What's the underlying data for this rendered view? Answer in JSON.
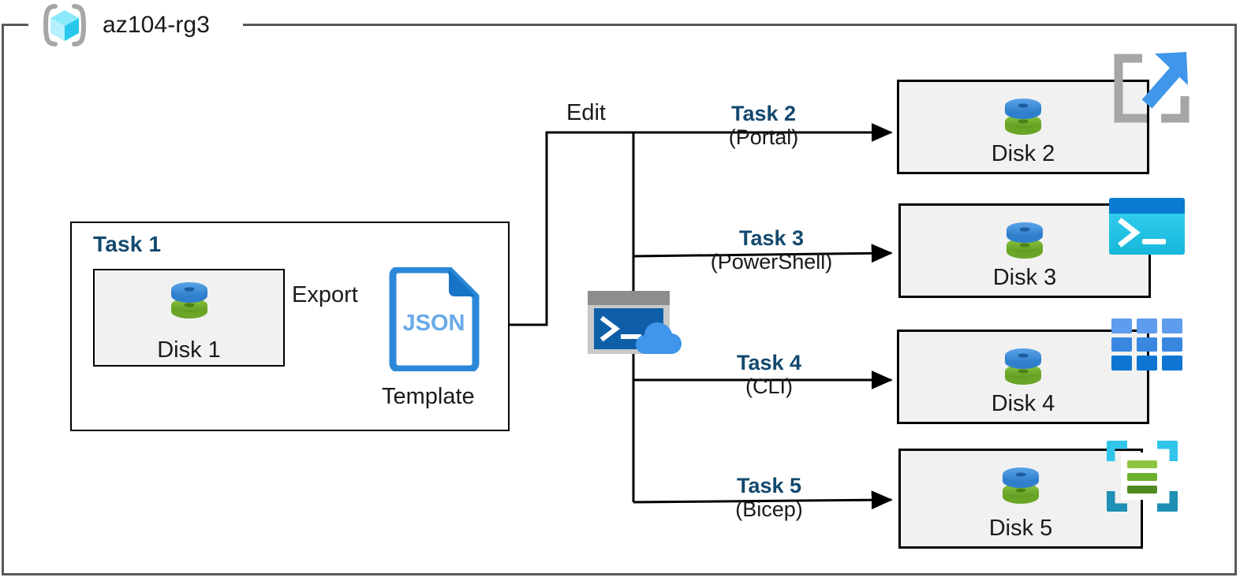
{
  "diagram": {
    "type": "azure-architecture-flow",
    "resource_group": {
      "name": "az104-rg3",
      "icon": "resource-group-icon",
      "border_color": "#595959"
    },
    "accent_colors": {
      "task_label": "#13496f",
      "box_fill": "#f1f1f1",
      "box_border": "#000000",
      "json_blue": "#2b88d8",
      "disk_blue": "#3f8fd8",
      "disk_green": "#73ad2e",
      "powershell_cyan": "#2bc3ee",
      "cli_blue": "#1b7fd6",
      "bicep_cyan": "#32c5ea",
      "portal_gray": "#a6a6a6",
      "cloudshell_blue": "#0f5fa8"
    }
  },
  "task1": {
    "label": "Task 1",
    "disk": {
      "caption": "Disk 1",
      "icon": "disk-icon"
    },
    "export_label": "Export",
    "template": {
      "file_type": "JSON",
      "caption": "Template",
      "icon": "json-file-icon"
    }
  },
  "edit": {
    "label": "Edit"
  },
  "cloud_shell": {
    "icon": "cloud-shell-icon"
  },
  "branches": [
    {
      "task": "Task 2",
      "method": "(Portal)",
      "target": {
        "caption": "Disk 2",
        "icon": "azure-portal-icon",
        "disk_icon": "disk-icon"
      }
    },
    {
      "task": "Task 3",
      "method": "(PowerShell)",
      "target": {
        "caption": "Disk 3",
        "icon": "powershell-icon",
        "disk_icon": "disk-icon"
      }
    },
    {
      "task": "Task 4",
      "method": "(CLI)",
      "target": {
        "caption": "Disk 4",
        "icon": "azure-cli-icon",
        "disk_icon": "disk-icon"
      }
    },
    {
      "task": "Task 5",
      "method": "(Bicep)",
      "target": {
        "caption": "Disk 5",
        "icon": "bicep-icon",
        "disk_icon": "disk-icon"
      }
    }
  ]
}
